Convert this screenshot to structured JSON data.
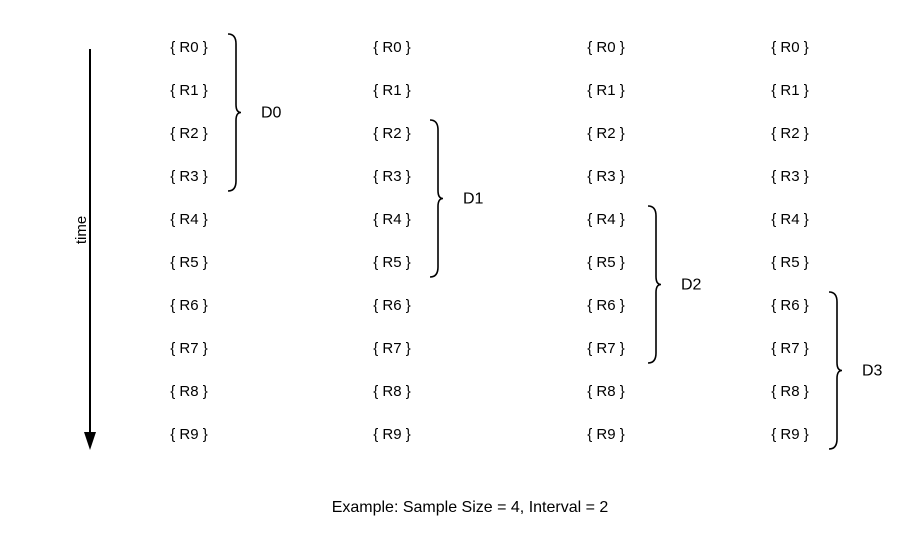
{
  "time_label": "time",
  "caption": "Example: Sample Size = 4, Interval = 2",
  "columns": [
    {
      "records": [
        "{ R0 }",
        "{ R1 }",
        "{ R2 }",
        "{ R3 }",
        "{ R4 }",
        "{ R5 }",
        "{ R6 }",
        "{ R7 }",
        "{ R8 }",
        "{ R9 }"
      ],
      "group_label": "D0",
      "group_start": 0,
      "group_end": 3
    },
    {
      "records": [
        "{ R0 }",
        "{ R1 }",
        "{ R2 }",
        "{ R3 }",
        "{ R4 }",
        "{ R5 }",
        "{ R6 }",
        "{ R7 }",
        "{ R8 }",
        "{ R9 }"
      ],
      "group_label": "D1",
      "group_start": 2,
      "group_end": 5
    },
    {
      "records": [
        "{ R0 }",
        "{ R1 }",
        "{ R2 }",
        "{ R3 }",
        "{ R4 }",
        "{ R5 }",
        "{ R6 }",
        "{ R7 }",
        "{ R8 }",
        "{ R9 }"
      ],
      "group_label": "D2",
      "group_start": 4,
      "group_end": 7
    },
    {
      "records": [
        "{ R0 }",
        "{ R1 }",
        "{ R2 }",
        "{ R3 }",
        "{ R4 }",
        "{ R5 }",
        "{ R6 }",
        "{ R7 }",
        "{ R8 }",
        "{ R9 }"
      ],
      "group_label": "D3",
      "group_start": 6,
      "group_end": 9
    }
  ],
  "colors": {
    "ink": "#000000",
    "background": "#ffffff"
  }
}
